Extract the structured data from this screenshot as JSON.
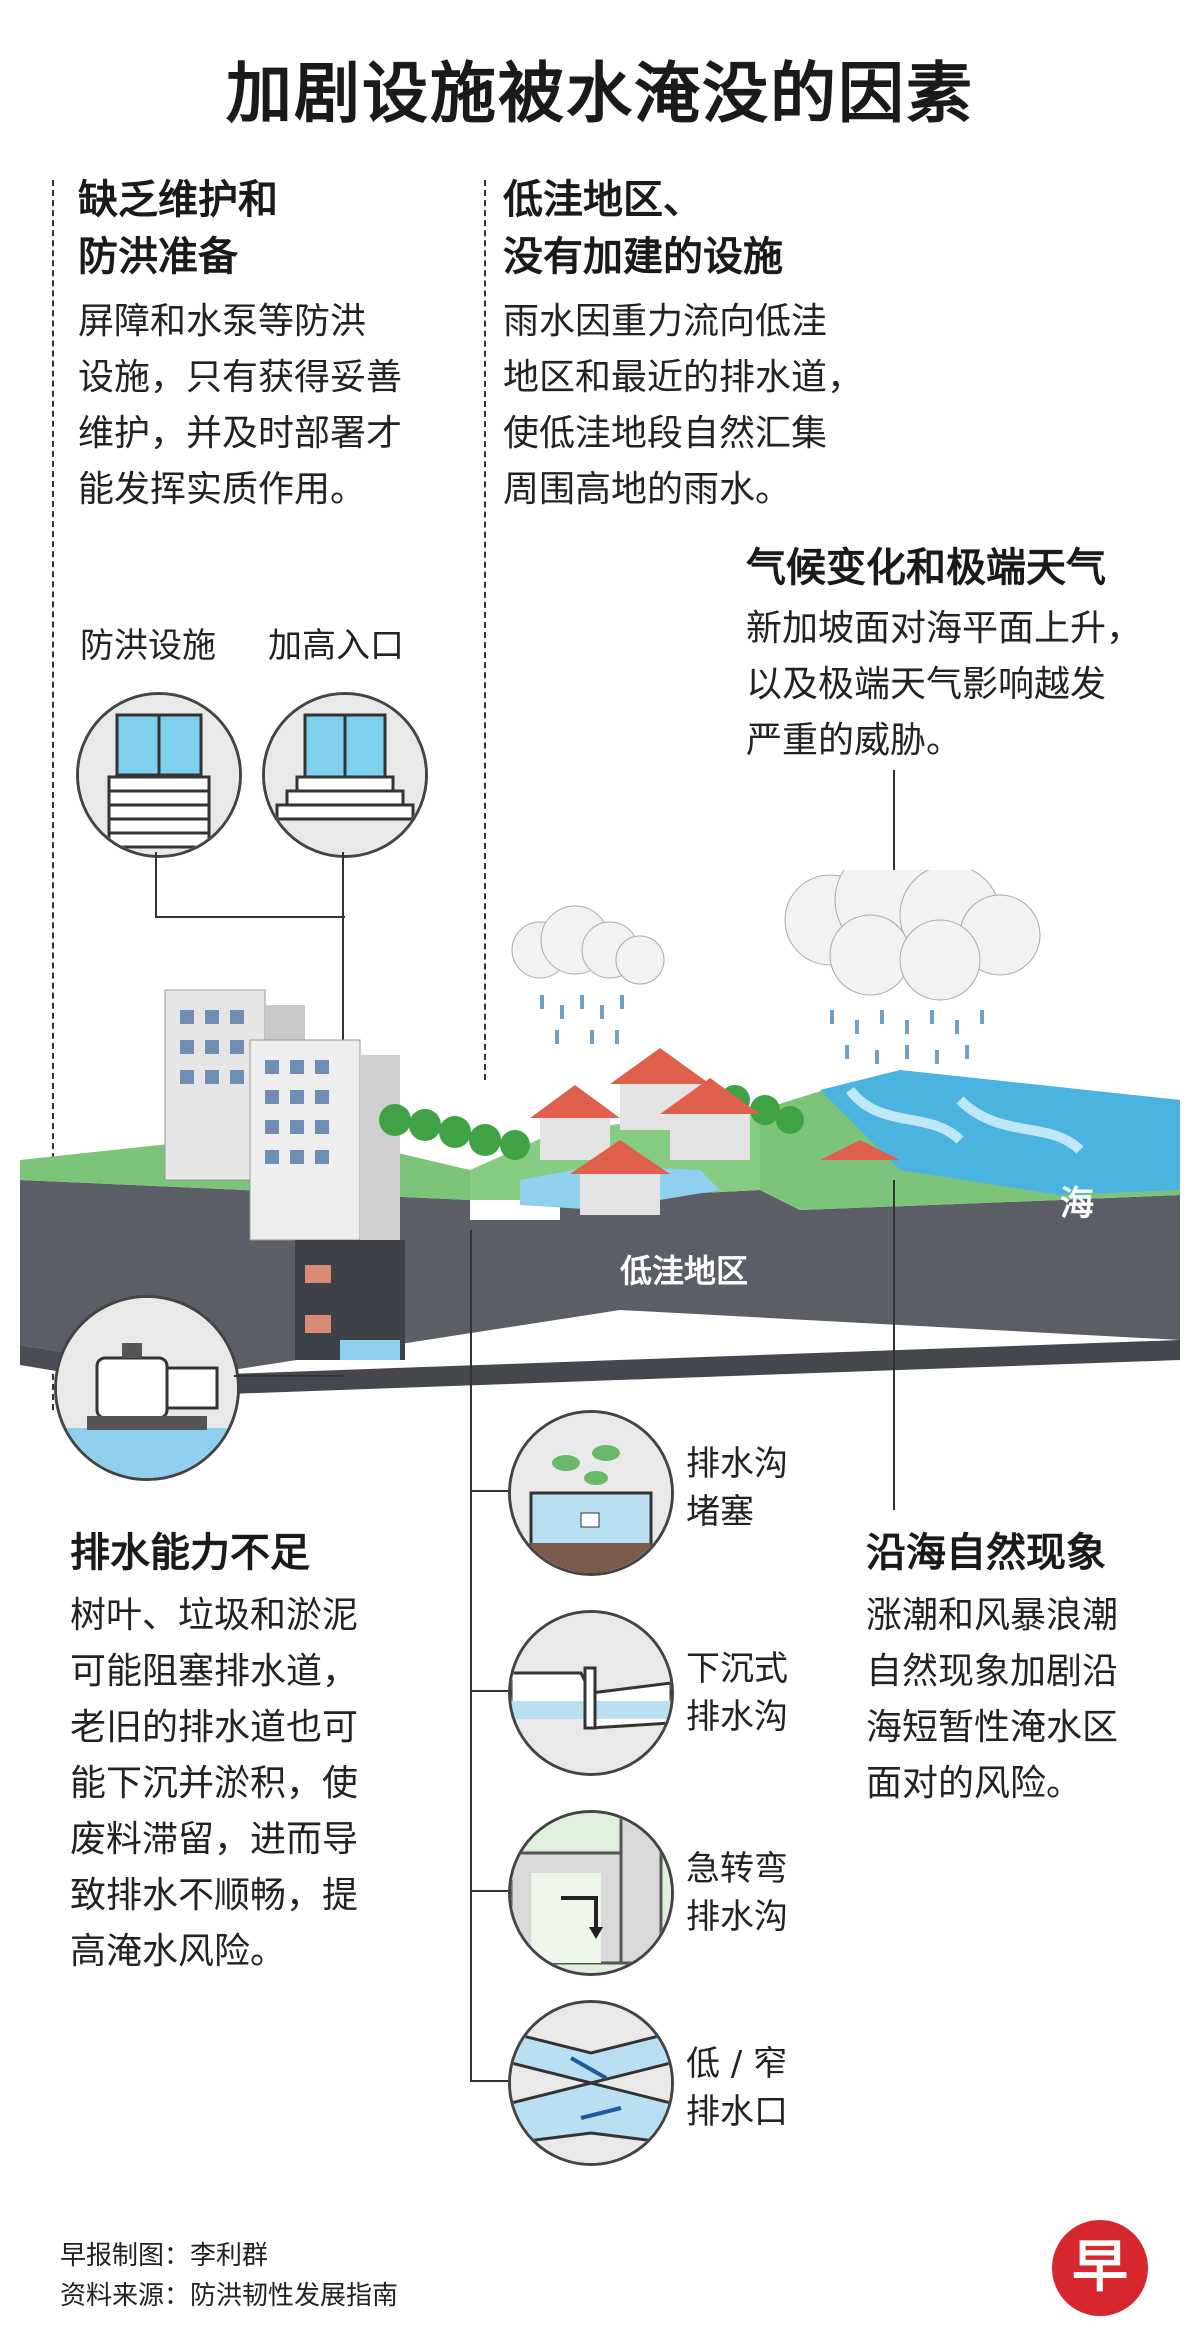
{
  "title": "加剧设施被水淹没的因素",
  "sections": {
    "maintenance": {
      "heading": [
        "缺乏维护和",
        "防洪准备"
      ],
      "body": [
        "屏障和水泵等防洪",
        "设施，只有获得妥善",
        "维护，并及时部署才",
        "能发挥实质作用。"
      ]
    },
    "lowlying": {
      "heading": [
        "低洼地区、",
        "没有加建的设施"
      ],
      "body": [
        "雨水因重力流向低洼",
        "地区和最近的排水道，",
        "使低洼地段自然汇集",
        "周围高地的雨水。"
      ]
    },
    "climate": {
      "heading": "气候变化和极端天气",
      "body": [
        "新加坡面对海平面上升，",
        "以及极端天气影响越发",
        "严重的威胁。"
      ]
    },
    "drainage": {
      "heading": "排水能力不足",
      "body": [
        "树叶、垃圾和淤泥",
        "可能阻塞排水道，",
        "老旧的排水道也可",
        "能下沉并淤积，使",
        "废料滞留，进而导",
        "致排水不顺畅，提",
        "高淹水风险。"
      ]
    },
    "coastal": {
      "heading": "沿海自然现象",
      "body": [
        "涨潮和风暴浪潮",
        "自然现象加剧沿",
        "海短暂性淹水区",
        "面对的风险。"
      ]
    }
  },
  "icons": {
    "flood_barrier": "防洪设施",
    "raised_entrance": "加高入口"
  },
  "scene_labels": {
    "lowland": "低洼地区",
    "sea": "海",
    "pump": "集水泵"
  },
  "drain_issues": [
    {
      "icon": "blocked-drain-icon",
      "line1": "排水沟",
      "line2": "堵塞"
    },
    {
      "icon": "sunken-drain-icon",
      "line1": "下沉式",
      "line2": "排水沟"
    },
    {
      "icon": "sharp-bend-drain-icon",
      "line1": "急转弯",
      "line2": "排水沟"
    },
    {
      "icon": "narrow-outlet-icon",
      "line1": "低 / 窄",
      "line2": "排水口"
    }
  ],
  "credits": {
    "graphic": "早报制图：李利群",
    "source": "资料来源：防洪韧性发展指南"
  },
  "logo": "早",
  "colors": {
    "ground": "#5b5e66",
    "grass": "#7cc47a",
    "water": "#8fd0ee",
    "sea": "#4bb3df",
    "roof": "#e0604e",
    "logo": "#d8262f"
  }
}
